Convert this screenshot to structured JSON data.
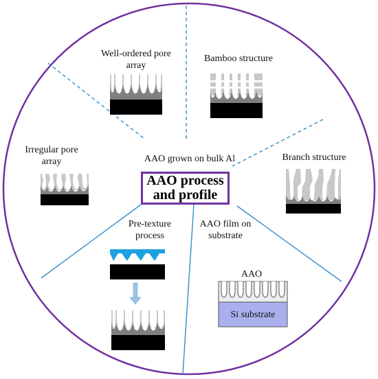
{
  "center": {
    "title": "AAO process\nand profile"
  },
  "groups": {
    "bulk_label": "AAO grown on bulk Al",
    "film_label": "AAO film on\nsubstrate"
  },
  "profiles": {
    "well_ordered": "Well-ordered pore\narray",
    "bamboo": "Bamboo structure",
    "irregular": "Irregular pore\narray",
    "branch": "Branch structure",
    "pretexture": "Pre-texture\nprocess"
  },
  "substrate": {
    "aao_label": "AAO",
    "si_label": "Si substrate"
  },
  "colors": {
    "circle": "#7030a0",
    "title_border": "#7030a0",
    "divider": "#2e8ecb",
    "alumina": "#c8c8c8",
    "barrier": "#808080",
    "metal": "#000000",
    "stamp": "#1fa0e0",
    "si": "#aab0ee",
    "arrow": "#9dc3e6"
  }
}
